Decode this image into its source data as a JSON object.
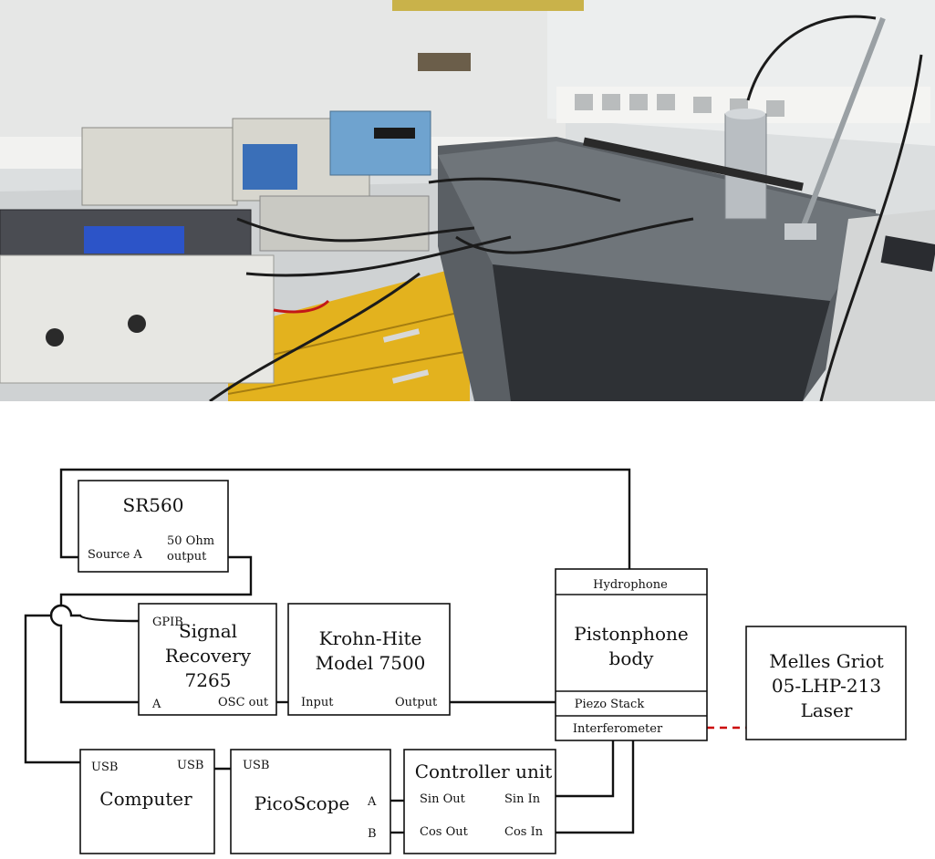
{
  "diagram": {
    "sr560": {
      "title": "SR560",
      "source_a": "Source A",
      "output_line1": "50 Ohm",
      "output_line2": "output"
    },
    "lockin": {
      "gpib": "GPIB",
      "title_line1": "Signal",
      "title_line2": "Recovery",
      "title_line3": "7265",
      "port_a": "A",
      "osc_out": "OSC out"
    },
    "krohn": {
      "title_line1": "Krohn-Hite",
      "title_line2": "Model 7500",
      "input": "Input",
      "output": "Output"
    },
    "pistonphone": {
      "hydrophone": "Hydrophone",
      "title_line1": "Pistonphone",
      "title_line2": "body",
      "piezo": "Piezo Stack",
      "interferometer": "Interferometer"
    },
    "laser": {
      "title_line1": "Melles Griot",
      "title_line2": "05-LHP-213",
      "title_line3": "Laser"
    },
    "computer": {
      "usb_left": "USB",
      "usb_right": "USB",
      "title": "Computer"
    },
    "picoscope": {
      "usb": "USB",
      "title": "PicoScope",
      "port_a": "A",
      "port_b": "B"
    },
    "controller": {
      "title": "Controller unit",
      "sin_out": "Sin Out",
      "sin_in": "Sin In",
      "cos_out": "Cos Out",
      "cos_in": "Cos In"
    },
    "colors": {
      "wire": "#111111",
      "laser_link": "#cc0000"
    }
  }
}
